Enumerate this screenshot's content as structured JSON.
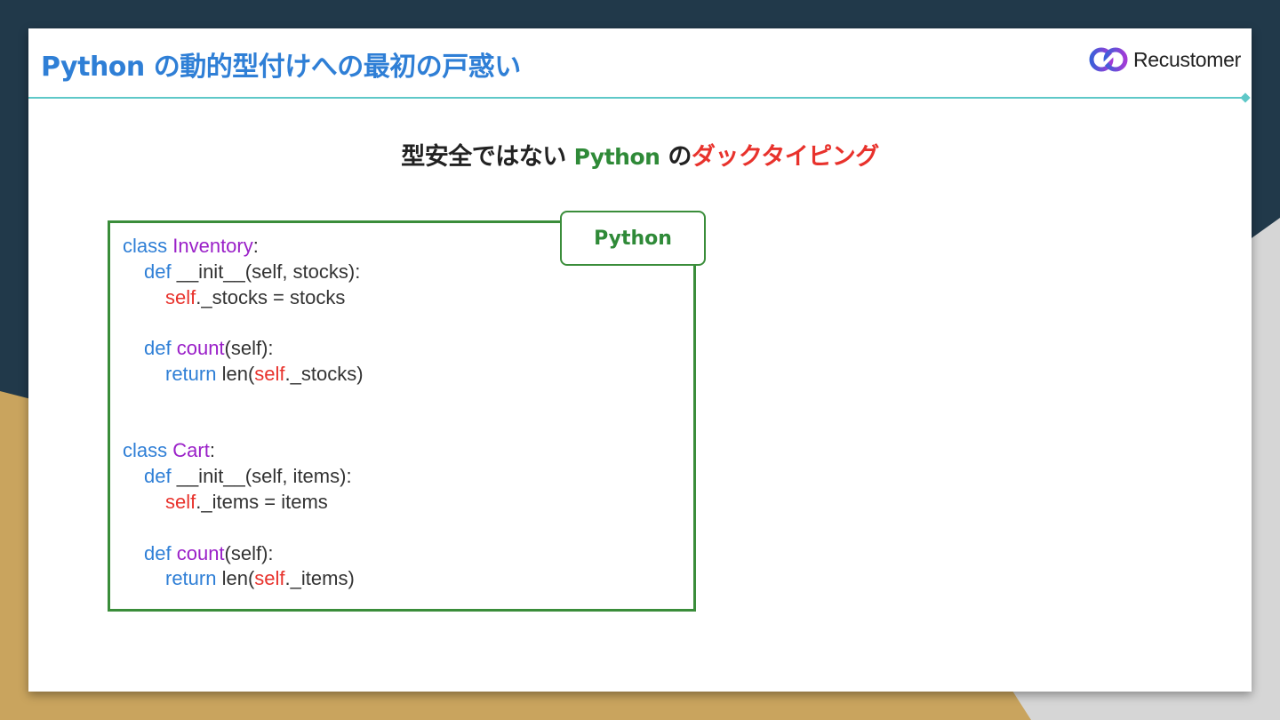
{
  "header": {
    "title": "Python の動的型付けへの最初の戸惑い",
    "logo_text": "Recustomer",
    "logo_icon": "infinity-logo-icon",
    "accent_color": "#2f7fd6",
    "rule_color": "#5ec8c8"
  },
  "subtitle": {
    "part1": "型安全ではない",
    "python": "Python",
    "part2": "の",
    "highlight": "ダックタイピング",
    "python_color": "#2f8a38",
    "highlight_color": "#e8322c"
  },
  "code_panel": {
    "language_label": "Python",
    "border_color": "#3a8d3a",
    "lines": [
      {
        "indent": 0,
        "tokens": [
          {
            "t": "class",
            "c": "kw"
          },
          {
            "t": " "
          },
          {
            "t": "Inventory",
            "c": "nm"
          },
          {
            "t": ":"
          }
        ]
      },
      {
        "indent": 1,
        "tokens": [
          {
            "t": "def",
            "c": "kw"
          },
          {
            "t": " __init__(self, stocks):"
          }
        ]
      },
      {
        "indent": 2,
        "tokens": [
          {
            "t": "self",
            "c": "sf"
          },
          {
            "t": "._stocks = stocks"
          }
        ]
      },
      {
        "indent": 0,
        "tokens": []
      },
      {
        "indent": 1,
        "tokens": [
          {
            "t": "def",
            "c": "kw"
          },
          {
            "t": " "
          },
          {
            "t": "count",
            "c": "nm"
          },
          {
            "t": "(self):"
          }
        ]
      },
      {
        "indent": 2,
        "tokens": [
          {
            "t": "return",
            "c": "kw"
          },
          {
            "t": " len("
          },
          {
            "t": "self",
            "c": "sf"
          },
          {
            "t": "._stocks)"
          }
        ]
      },
      {
        "indent": 0,
        "tokens": []
      },
      {
        "indent": 0,
        "tokens": []
      },
      {
        "indent": 0,
        "tokens": [
          {
            "t": "class",
            "c": "kw"
          },
          {
            "t": " "
          },
          {
            "t": "Cart",
            "c": "nm"
          },
          {
            "t": ":"
          }
        ]
      },
      {
        "indent": 1,
        "tokens": [
          {
            "t": "def",
            "c": "kw"
          },
          {
            "t": " __init__(self, items):"
          }
        ]
      },
      {
        "indent": 2,
        "tokens": [
          {
            "t": "self",
            "c": "sf"
          },
          {
            "t": "._items = items"
          }
        ]
      },
      {
        "indent": 0,
        "tokens": []
      },
      {
        "indent": 1,
        "tokens": [
          {
            "t": "def",
            "c": "kw"
          },
          {
            "t": " "
          },
          {
            "t": "count",
            "c": "nm"
          },
          {
            "t": "(self):"
          }
        ]
      },
      {
        "indent": 2,
        "tokens": [
          {
            "t": "return",
            "c": "kw"
          },
          {
            "t": " len("
          },
          {
            "t": "self",
            "c": "sf"
          },
          {
            "t": "._items)"
          }
        ]
      }
    ]
  }
}
